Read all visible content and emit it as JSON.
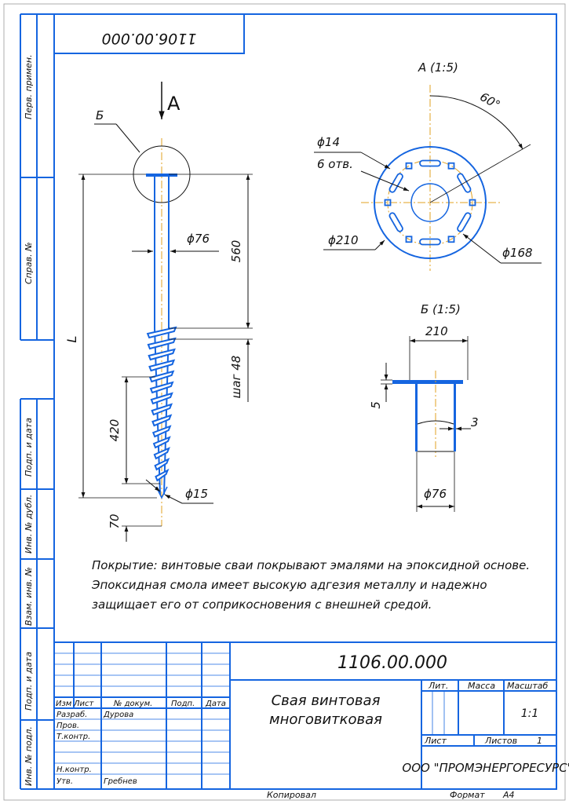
{
  "title_block": {
    "designation": "1106.00.000",
    "designation_mirrored": "1106.00.000",
    "name_line1": "Свая винтовая",
    "name_line2": "многовитковая",
    "company": "ООО \"ПРОМЭНЕРГОРЕСУРС\"",
    "headers": {
      "izm": "Изм",
      "list": "Лист",
      "doc_no": "№ докум.",
      "sign": "Подп.",
      "date": "Дата"
    },
    "roles": {
      "razrab": "Разраб.",
      "prov": "Пров.",
      "tkontr": "Т.контр.",
      "nkontr": "Н.контр.",
      "utv": "Утв."
    },
    "developer": "Дурова",
    "approver": "Гребнев",
    "lit_label": "Лит.",
    "mass_label": "Масса",
    "scale_label": "Масштаб",
    "scale_value": "1:1",
    "sheet_label": "Лист",
    "sheets_label": "Листов",
    "sheets_value": "1"
  },
  "footer": {
    "copied": "Копировал",
    "format_label": "Формат",
    "format_value": "А4"
  },
  "side_stamps": {
    "perv_primen": "Перв. примен.",
    "sprav_no": "Справ. №",
    "podp_data_1": "Подп. и дата",
    "inv_dubl": "Инв. № дубл.",
    "vzam_inv": "Взам. инв. №",
    "podp_data_2": "Подп. и дата",
    "inv_podl": "Инв. № подл."
  },
  "main_view": {
    "view_arrow_label": "А",
    "detail_callout": "Б",
    "dim_d76": "ϕ76",
    "dim_560": "560",
    "dim_L": "L",
    "dim_pitch": "шаг 48",
    "dim_420": "420",
    "dim_d15": "ϕ15",
    "dim_70": "70"
  },
  "view_a": {
    "title": "А (1:5)",
    "angle": "60°",
    "hole_dia": "ϕ14",
    "hole_count": "6 отв.",
    "outer_dia": "ϕ210",
    "bolt_circle": "ϕ168"
  },
  "view_b": {
    "title": "Б (1:5)",
    "dim_210": "210",
    "dim_5": "5",
    "dim_3": "3",
    "dim_d76": "ϕ76"
  },
  "note": {
    "line1": "Покрытие: винтовые сваи покрывают эмалями на эпоксидной основе.",
    "line2": "Эпоксидная смола имеет высокую адгезия металлу и надежно",
    "line3": "защищает его от соприкосновения с внешней средой."
  }
}
